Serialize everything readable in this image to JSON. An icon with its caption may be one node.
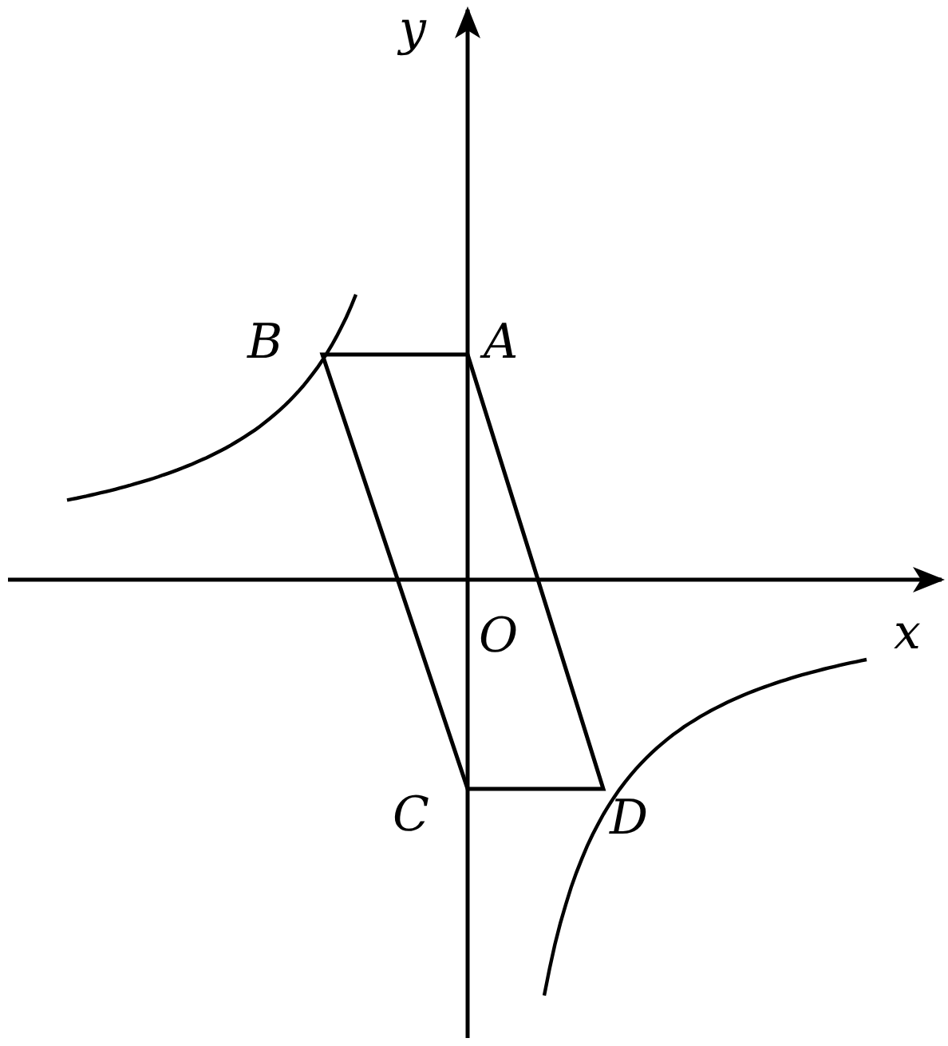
{
  "diagram": {
    "labels": [
      "y",
      "B",
      "A",
      "x",
      "O",
      "C",
      "D"
    ]
  }
}
